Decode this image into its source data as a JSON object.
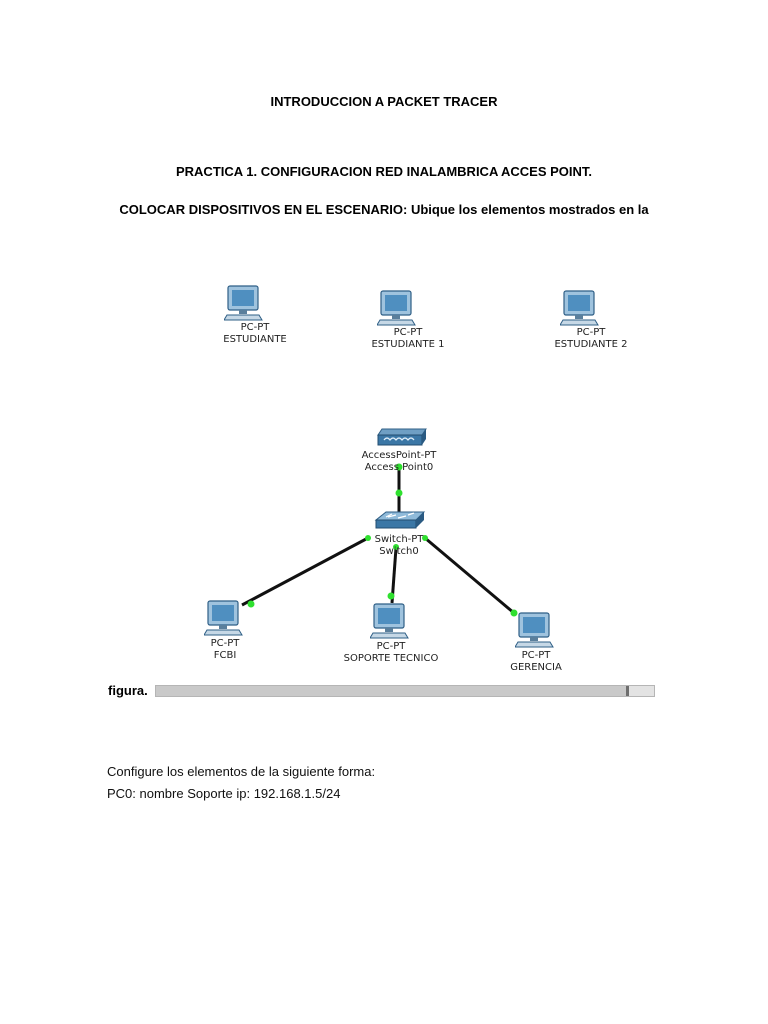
{
  "document": {
    "title": "INTRODUCCION A PACKET TRACER",
    "practice_title": "PRACTICA 1. CONFIGURACION RED INALAMBRICA ACCES POINT.",
    "instruction_bold": "COLOCAR DISPOSITIVOS EN EL ESCENARIO:",
    "instruction_rest": "Ubique los elementos mostrados en la",
    "figure_caption": "figura.",
    "config_intro": "Configure los elementos de la siguiente forma:",
    "config_pc0": "PC0: nombre Soporte ip: 192.168.1.5/24"
  },
  "topology": {
    "wireless_pcs": [
      {
        "type": "PC-PT",
        "name": "ESTUDIANTE"
      },
      {
        "type": "PC-PT",
        "name": "ESTUDIANTE 1"
      },
      {
        "type": "PC-PT",
        "name": "ESTUDIANTE 2"
      }
    ],
    "access_point": {
      "type": "AccessPoint-PT",
      "name": "Access Point0"
    },
    "switch": {
      "type": "Switch-PT",
      "name": "Switch0"
    },
    "wired_pcs": [
      {
        "type": "PC-PT",
        "name": "FCBI"
      },
      {
        "type": "PC-PT",
        "name": "SOPORTE TECNICO"
      },
      {
        "type": "PC-PT",
        "name": "GERENCIA"
      }
    ],
    "link_color": "#111111",
    "link_light_color": "#2fe02f"
  }
}
